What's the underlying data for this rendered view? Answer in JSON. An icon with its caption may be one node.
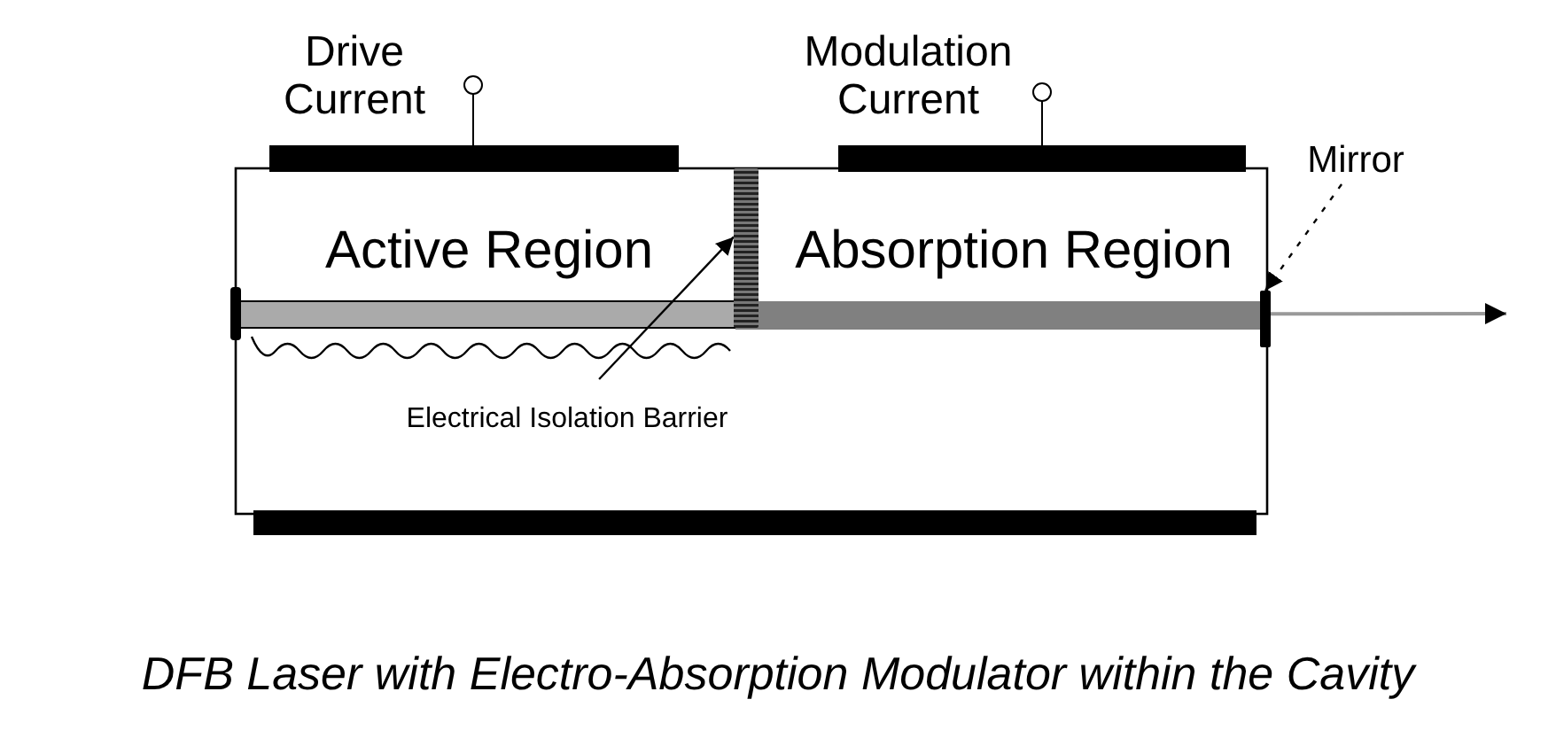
{
  "diagram": {
    "caption": "DFB Laser with Electro-Absorption Modulator within the Cavity",
    "nodes": [
      {
        "text": [
          "Active Region"
        ]
      },
      {
        "text": [
          "Absorption Region"
        ]
      },
      {
        "text": [
          "Electrical Isolation Barrier"
        ]
      },
      {
        "text": [],
        "shape": "bar"
      },
      {
        "text": [
          "Mirror"
        ]
      },
      {
        "text": [],
        "shape": "bar"
      }
    ],
    "edges": [
      {
        "from": 2,
        "to": 3,
        "arrow": "to"
      },
      {
        "from": 4,
        "to": 5,
        "arrow": "to",
        "style": "dashed"
      },
      {
        "from": 5,
        "to": null,
        "arrow": "to",
        "color": "#999999"
      }
    ],
    "labels": [
      "Drive Current",
      "Modulation Current"
    ]
  }
}
